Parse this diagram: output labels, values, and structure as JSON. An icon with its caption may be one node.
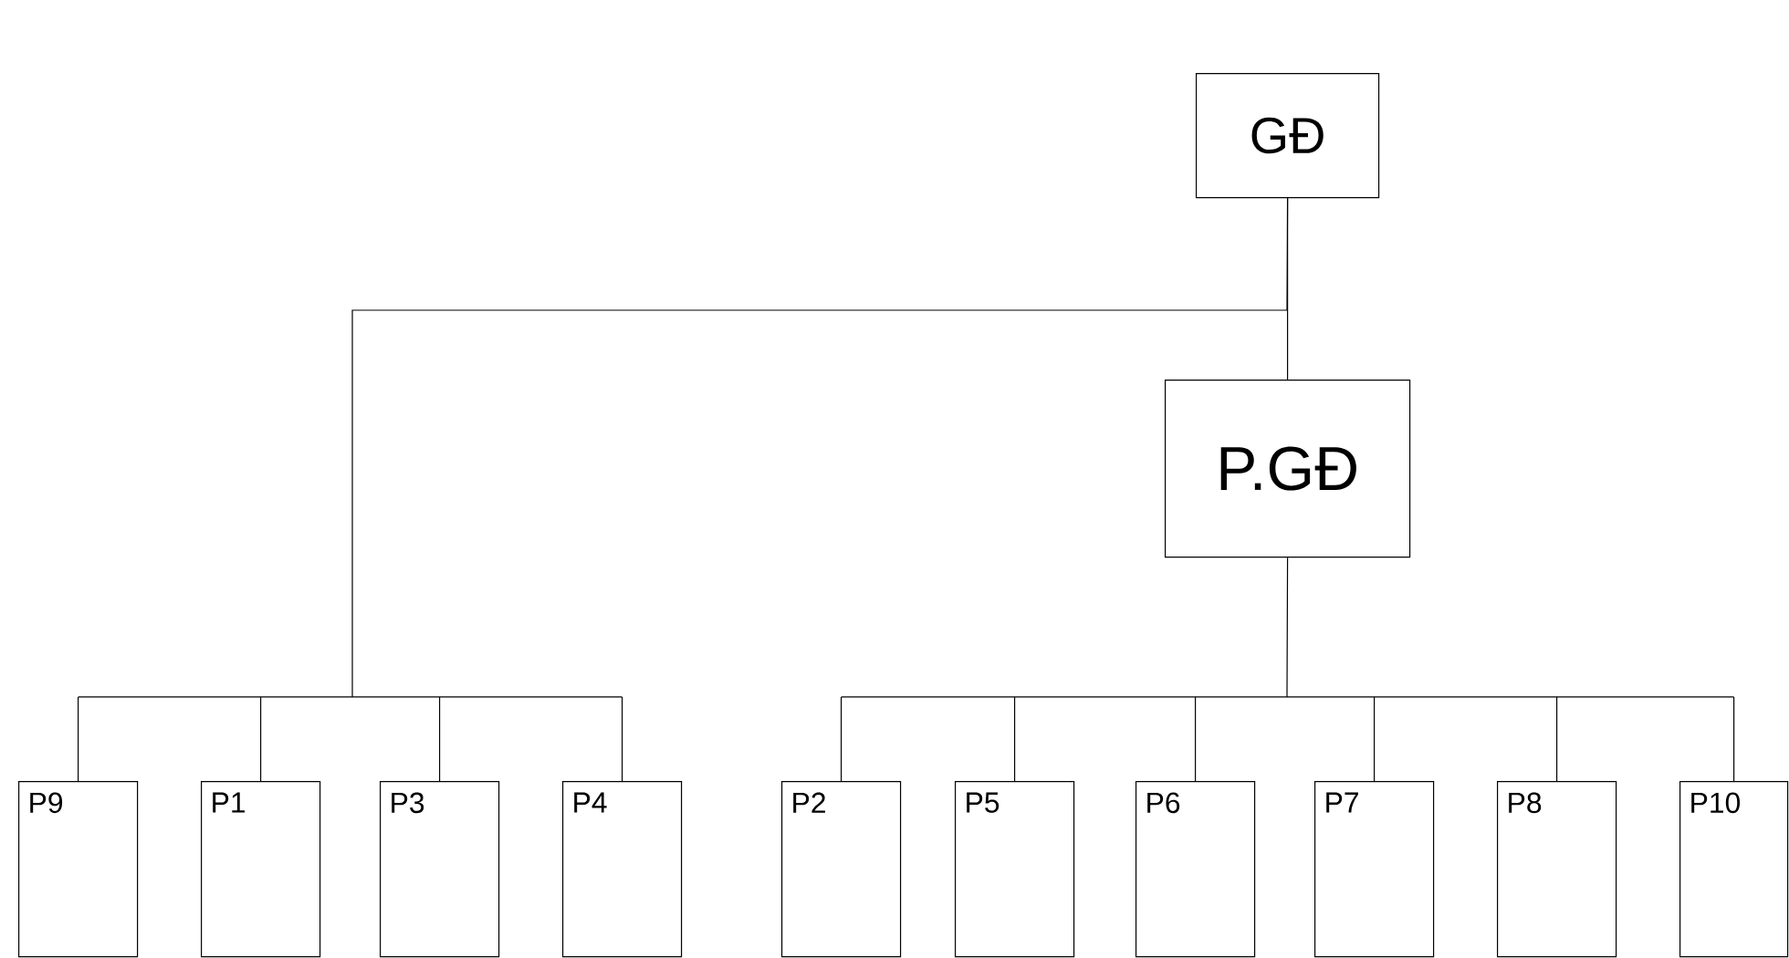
{
  "diagram": {
    "nodes": [
      {
        "text": [
          "GĐ"
        ]
      },
      {
        "text": [
          "P.GĐ"
        ]
      },
      {
        "text": [
          "P9"
        ]
      },
      {
        "text": [
          "P1"
        ]
      },
      {
        "text": [
          "P3"
        ]
      },
      {
        "text": [
          "P4"
        ]
      },
      {
        "text": [
          "P2"
        ]
      },
      {
        "text": [
          "P5"
        ]
      },
      {
        "text": [
          "P6"
        ]
      },
      {
        "text": [
          "P7"
        ]
      },
      {
        "text": [
          "P8"
        ]
      },
      {
        "text": [
          "P10"
        ]
      }
    ],
    "edges": [
      {
        "from": 0,
        "to": 1,
        "arrow": "none"
      },
      {
        "from": 0,
        "to": 2,
        "arrow": "none"
      },
      {
        "from": 0,
        "to": 3,
        "arrow": "none"
      },
      {
        "from": 0,
        "to": 4,
        "arrow": "none"
      },
      {
        "from": 0,
        "to": 5,
        "arrow": "none"
      },
      {
        "from": 1,
        "to": 6,
        "arrow": "none"
      },
      {
        "from": 1,
        "to": 7,
        "arrow": "none"
      },
      {
        "from": 1,
        "to": 8,
        "arrow": "none"
      },
      {
        "from": 1,
        "to": 9,
        "arrow": "none"
      },
      {
        "from": 1,
        "to": 10,
        "arrow": "none"
      },
      {
        "from": 1,
        "to": 11,
        "arrow": "none"
      }
    ]
  }
}
